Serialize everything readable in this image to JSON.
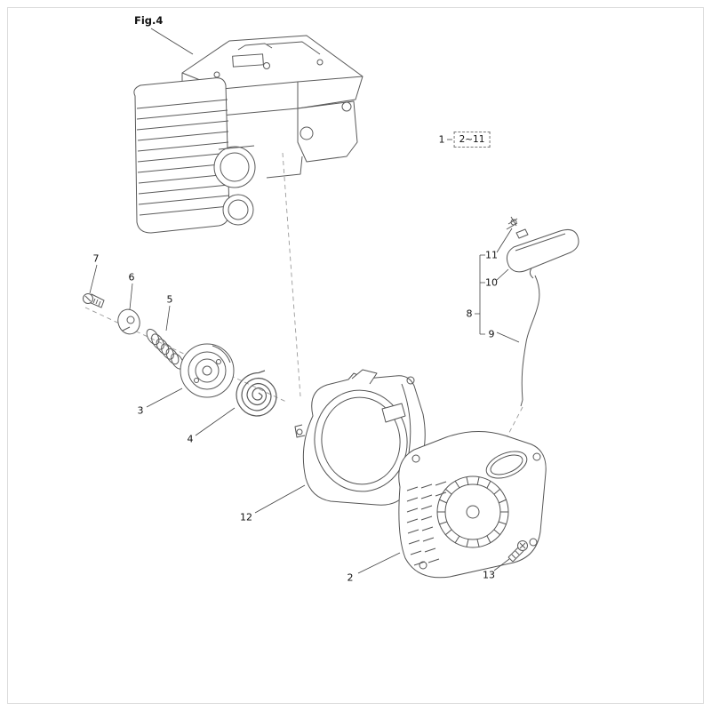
{
  "figure": {
    "label": "Fig.4"
  },
  "group_callout": {
    "ref": "1",
    "range": "2~11"
  },
  "callouts": {
    "n2": "2",
    "n3": "3",
    "n4": "4",
    "n5": "5",
    "n6": "6",
    "n7": "7",
    "n8": "8",
    "n9": "9",
    "n10": "10",
    "n11": "11",
    "n12": "12",
    "n13": "13"
  },
  "colors": {
    "drawing_line": "#555555",
    "dashed_line": "#9a9a9a",
    "label_text": "#111111",
    "background": "#ffffff"
  }
}
